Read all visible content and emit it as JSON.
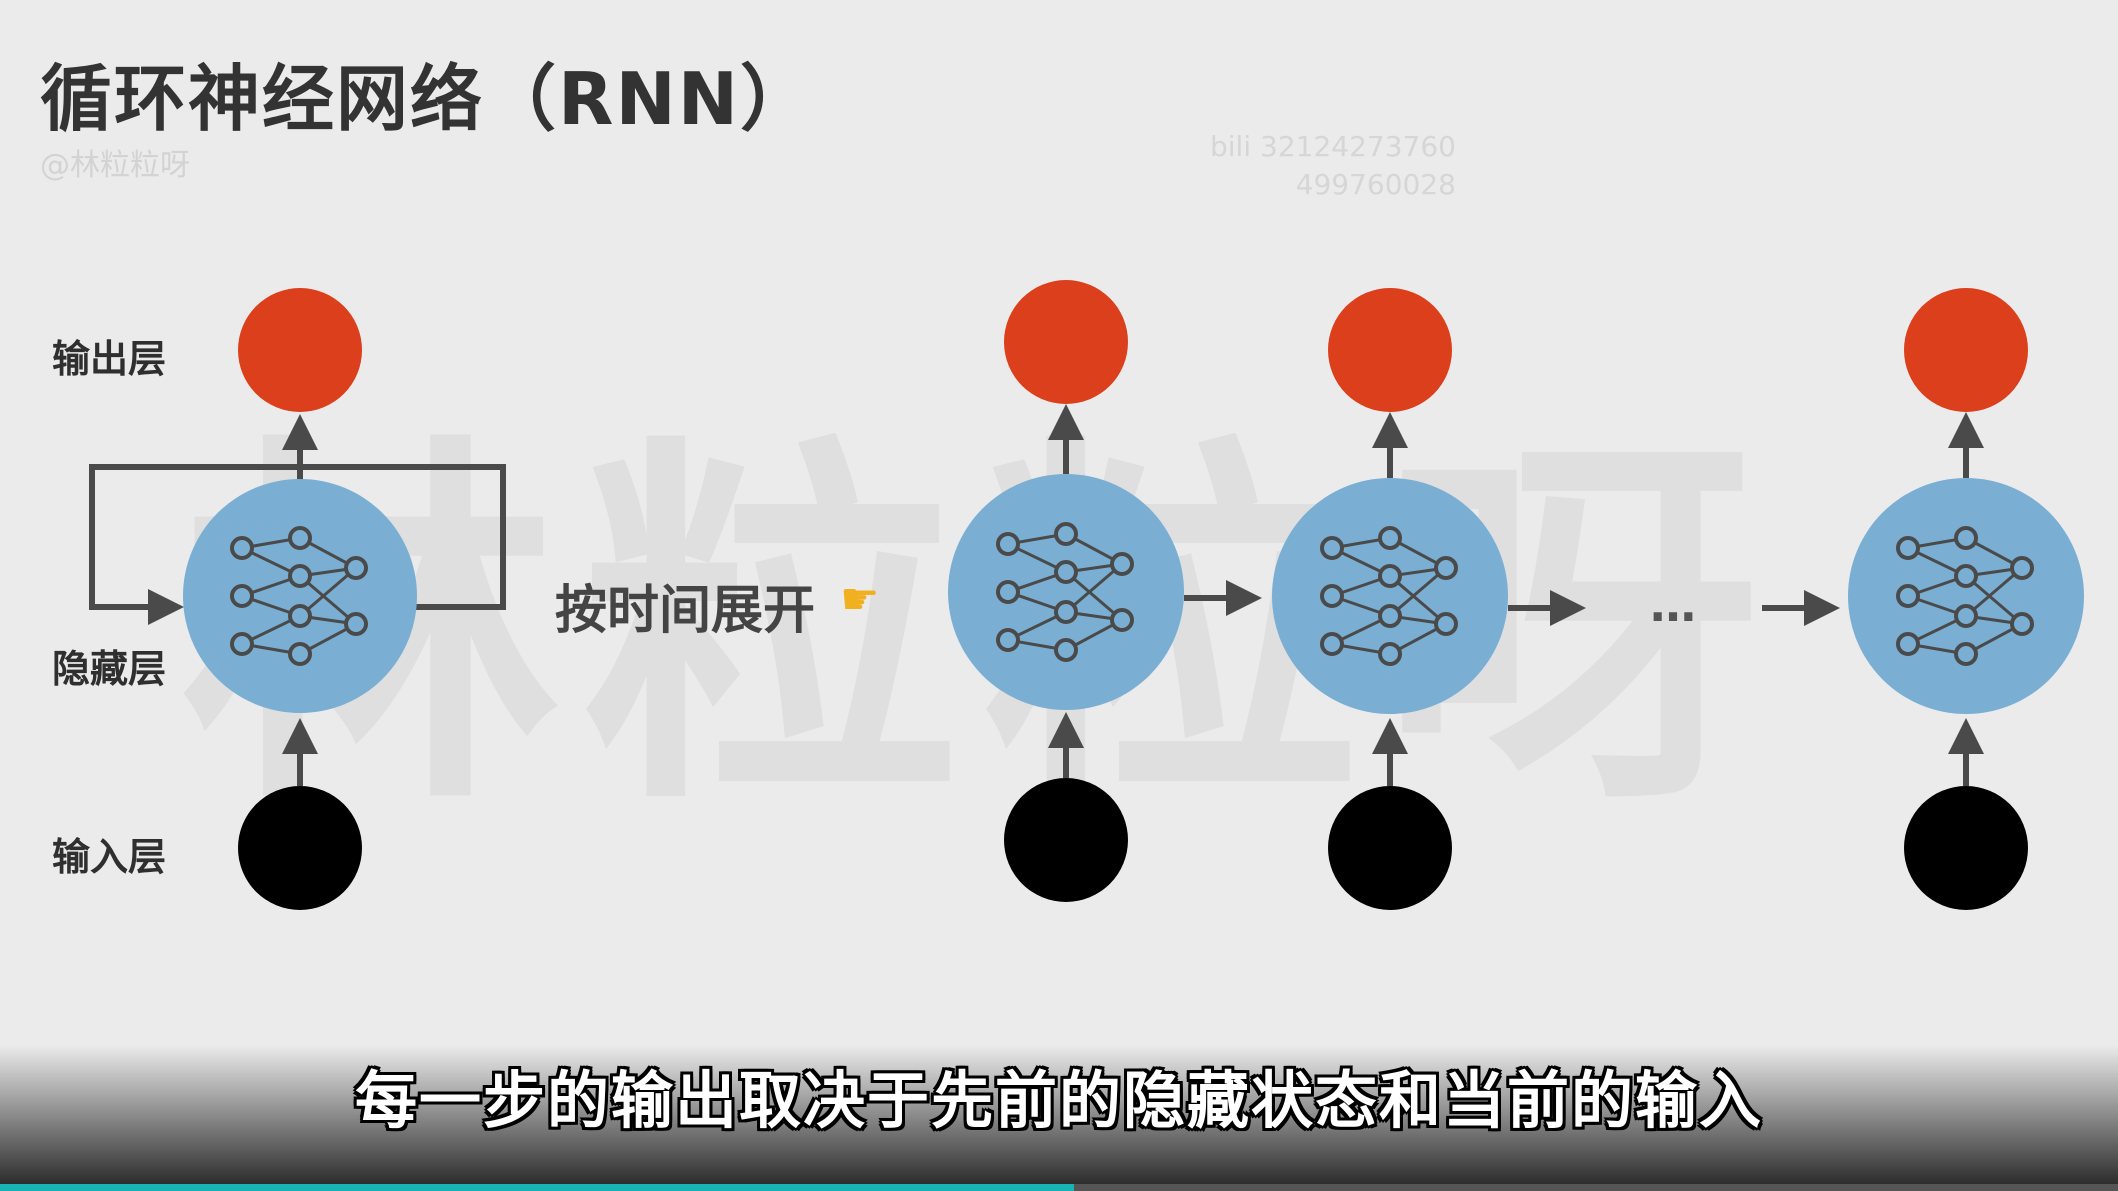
{
  "slide": {
    "title": "循环神经网络（RNN）",
    "author_handle": "@林粒粒呀",
    "platform_id_line1": "bili  32124273760",
    "platform_id_line2": "499760028",
    "watermark_text": "林粒粒呀"
  },
  "diagram": {
    "layers": {
      "output": "输出层",
      "hidden": "隐藏层",
      "input": "输入层"
    },
    "unfold_label": "按时间展开",
    "unfold_icon": "pointing-hand-icon",
    "ellipsis": "…",
    "unrolled_steps": 3,
    "colors": {
      "output_node": "#dc3f1b",
      "hidden_node": "#7aafd3",
      "input_node": "#000000",
      "arrow": "#4a4a4a",
      "background": "#ebebeb"
    }
  },
  "video": {
    "subtitle": "每一步的输出取决于先前的隐藏状态和当前的输入",
    "progress": 0.507,
    "accent_color": "#1ab3b3"
  }
}
